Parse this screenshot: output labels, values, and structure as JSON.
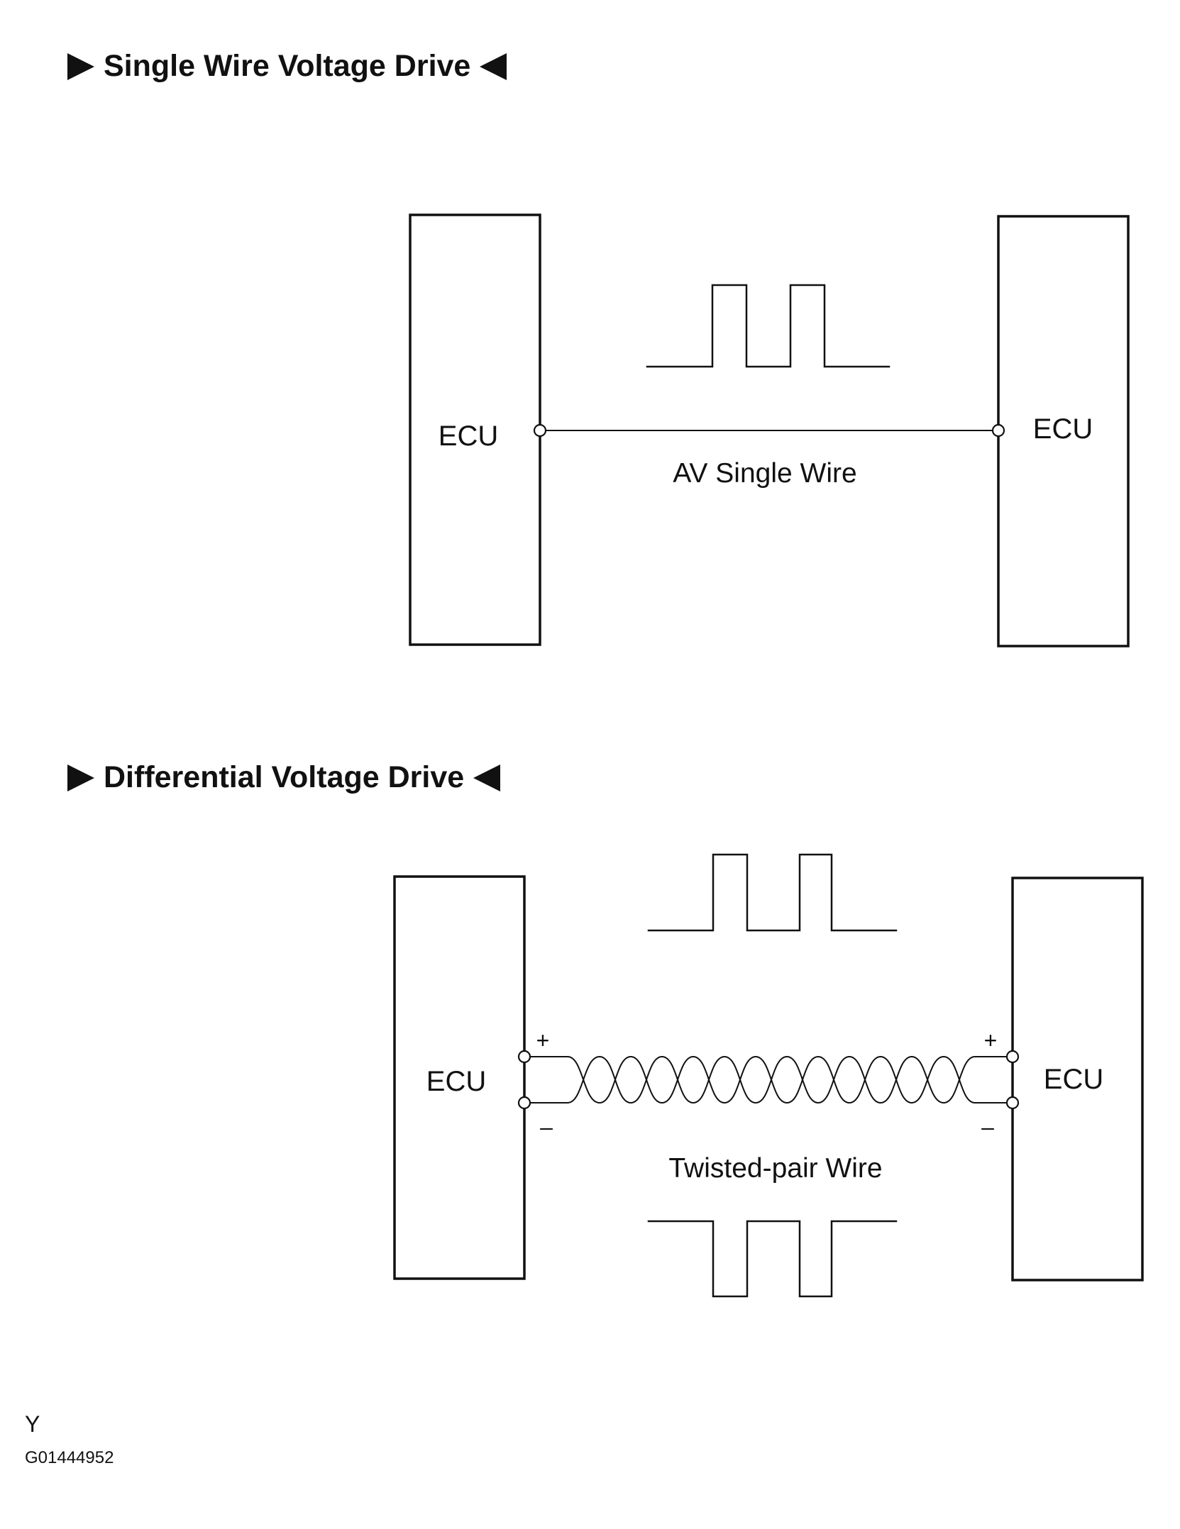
{
  "section_single": {
    "title": "Single Wire Voltage Drive",
    "left_ecu_label": "ECU",
    "right_ecu_label": "ECU",
    "wire_label": "AV Single Wire"
  },
  "section_differential": {
    "title": "Differential Voltage Drive",
    "left_ecu_label": "ECU",
    "right_ecu_label": "ECU",
    "wire_label": "Twisted-pair Wire",
    "plus_sign": "+",
    "minus_sign": "–"
  },
  "footer": {
    "code": "Y",
    "figure_id": "G01444952"
  },
  "icons": {
    "heading_left_marker": "right-pointing-triangle-icon",
    "heading_right_marker": "left-pointing-triangle-icon",
    "terminal": "open-circle-terminal-icon"
  }
}
